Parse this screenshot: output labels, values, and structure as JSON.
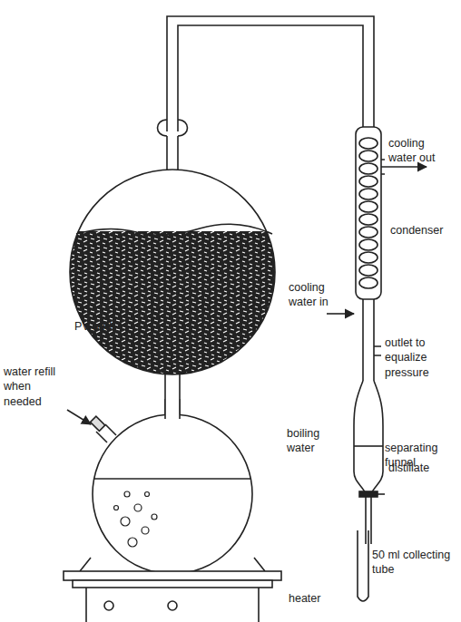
{
  "diagram": {
    "labels": [
      "cooling water out",
      "condenser",
      "cooling water in",
      "PV herb",
      "outlet to equalize pressure",
      "water refill when needed",
      "boiling water",
      "separating funnel",
      "distillate",
      "50 ml collecting tube",
      "heater"
    ]
  }
}
